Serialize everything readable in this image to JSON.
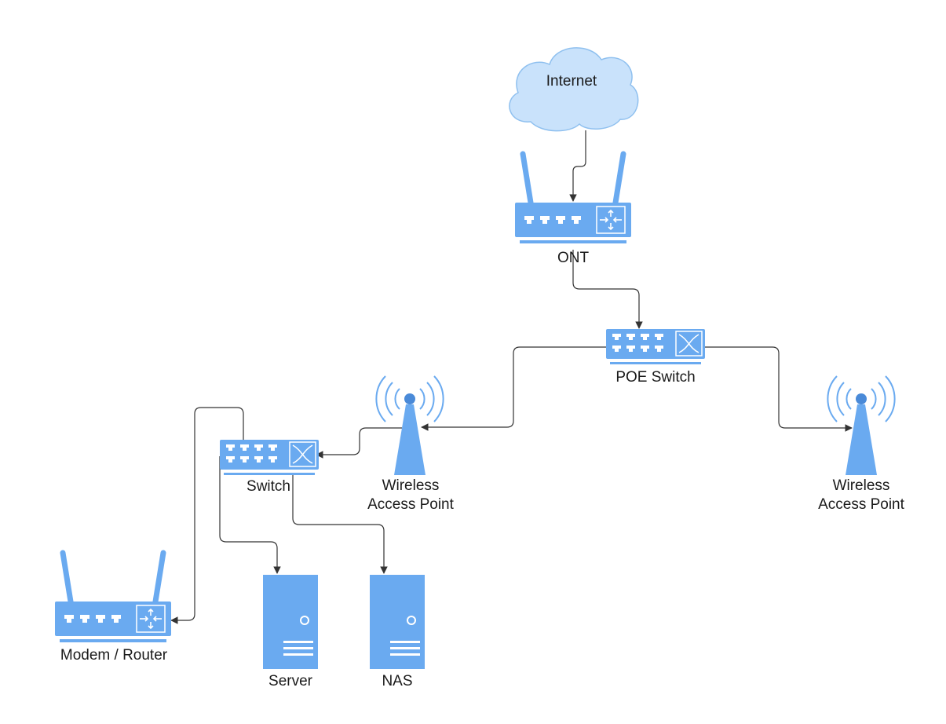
{
  "colors": {
    "device": "#6aaaf0",
    "device_dark": "#4a8ad8",
    "cloud": "#c9e2fb",
    "line": "#333333",
    "port": "#ffffff"
  },
  "nodes": {
    "internet": {
      "label": "Internet",
      "icon": "cloud-icon"
    },
    "ont": {
      "label": "ONT",
      "icon": "router-icon"
    },
    "poe_switch": {
      "label": "POE Switch",
      "icon": "switch-icon"
    },
    "wap_left": {
      "label_line1": "Wireless",
      "label_line2": "Access Point",
      "icon": "wireless-access-point-icon"
    },
    "wap_right": {
      "label_line1": "Wireless",
      "label_line2": "Access Point",
      "icon": "wireless-access-point-icon"
    },
    "switch": {
      "label": "Switch",
      "icon": "switch-icon"
    },
    "modem_router": {
      "label": "Modem / Router",
      "icon": "router-icon"
    },
    "server": {
      "label": "Server",
      "icon": "server-icon"
    },
    "nas": {
      "label": "NAS",
      "icon": "server-icon"
    }
  },
  "edges": [
    {
      "from": "internet",
      "to": "ont"
    },
    {
      "from": "ont",
      "to": "poe_switch"
    },
    {
      "from": "poe_switch",
      "to": "wap_left"
    },
    {
      "from": "poe_switch",
      "to": "wap_right"
    },
    {
      "from": "wap_left",
      "to": "switch"
    },
    {
      "from": "switch",
      "to": "modem_router"
    },
    {
      "from": "switch",
      "to": "server"
    },
    {
      "from": "switch",
      "to": "nas"
    }
  ]
}
